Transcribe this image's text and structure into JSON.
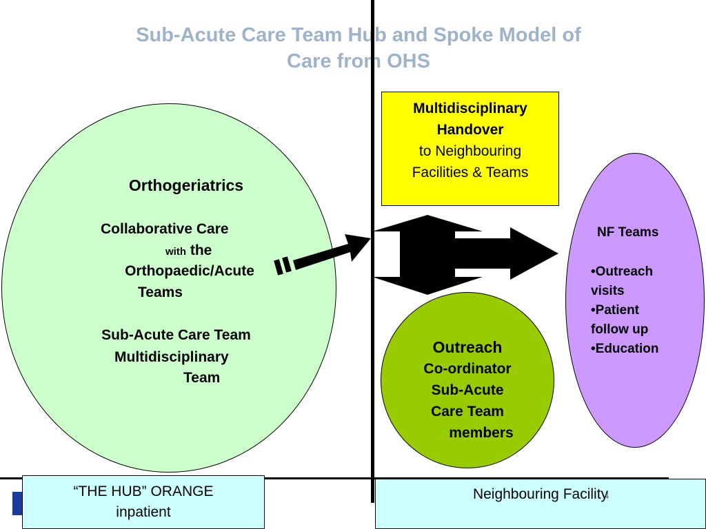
{
  "title": {
    "line1": "Sub-Acute Care Team Hub and Spoke Model of",
    "line2": "Care from OHS"
  },
  "hub": {
    "heading": "Orthogeriatrics",
    "collab_line1": "Collaborative Care",
    "collab_with": "with",
    "collab_the": "the",
    "collab_line3": "Orthopaedic/Acute",
    "collab_line4": "Teams",
    "sact_line1": "Sub-Acute Care Team",
    "sact_line2": "Multidisciplinary",
    "sact_line3": "Team"
  },
  "handover": {
    "line1": "Multidisciplinary",
    "line2": "Handover",
    "line3": "to Neighbouring",
    "line4": "Facilities & Teams"
  },
  "nf_teams": {
    "title": "NF Teams",
    "items": [
      "•Outreach",
      "visits",
      "•Patient",
      "follow up",
      "•Education"
    ]
  },
  "outreach": {
    "title": "Outreach",
    "line1": "Co-ordinator",
    "line2": "Sub-Acute",
    "line3": "Care  Team",
    "line4": "members"
  },
  "hub_label": {
    "line1": "“THE HUB” ORANGE",
    "line2": "inpatient"
  },
  "nf_label": "Neighbouring Facility",
  "slide_number": "4",
  "colors": {
    "title": "#9db3cc",
    "hub_fill": "#ccffcc",
    "handover_fill": "#ffff00",
    "nf_fill": "#cc99ff",
    "outreach_fill": "#99cc00",
    "label_fill": "#ccffff"
  }
}
